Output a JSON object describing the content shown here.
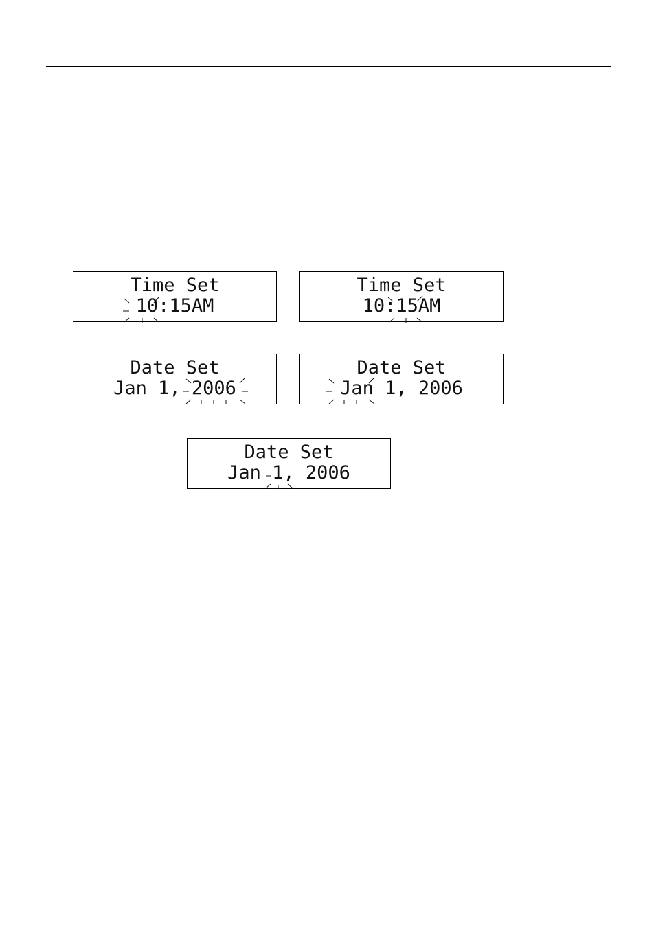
{
  "displays": [
    {
      "line1": "Time Set",
      "line2": "10:15AM",
      "blinking_segment": "10"
    },
    {
      "line1": "Time Set",
      "line2": "10:15AM",
      "blinking_segment": "15"
    },
    {
      "line1": "Date Set",
      "line2": "Jan 1, 2006",
      "blinking_segment": "2006"
    },
    {
      "line1": "Date Set",
      "line2": "Jan 1, 2006",
      "blinking_segment": "Jan"
    },
    {
      "line1": "Date Set",
      "line2": "Jan 1, 2006",
      "blinking_segment": "1"
    }
  ]
}
